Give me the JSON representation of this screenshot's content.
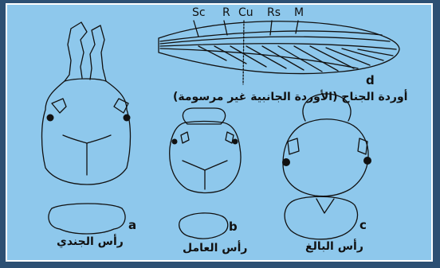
{
  "vein_labels": [
    "Sc",
    "R",
    "Cu",
    "Rs",
    "M"
  ],
  "panel_letters": {
    "a": "a",
    "b": "b",
    "c": "c",
    "d": "d"
  },
  "captions": {
    "wing": "أوردة الجناح (الأوردة الجانبية غير مرسومة)",
    "soldier": "رأس الجندي",
    "worker": "رأس العامل",
    "adult": "رأس البالغ"
  },
  "colors": {
    "background": "#8ec8ec",
    "frame": "#2d5073",
    "ink": "#111111"
  }
}
